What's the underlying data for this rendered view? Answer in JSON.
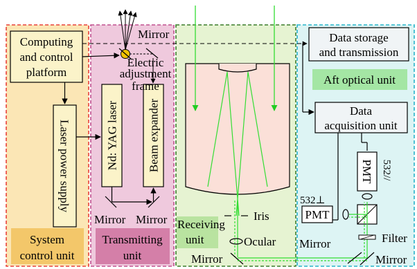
{
  "labels": {
    "computing_platform": [
      "Computing",
      "and control",
      "platform"
    ],
    "laser_power_supply": "Laser power supply",
    "system_control_unit": [
      "System",
      "control unit"
    ],
    "mirror_top": "Mirror",
    "electric_frame": [
      "Electric",
      "adjustment",
      "frame"
    ],
    "ndyag_laser": "Nd: YAG laser",
    "beam_expander": "Beam expander",
    "mirror_left": "Mirror",
    "mirror_right": "Mirror",
    "transmitting_unit": [
      "Transmitting",
      "unit"
    ],
    "iris": "Iris",
    "ocular": "Ocular",
    "receiving_unit": [
      "Receiving",
      "unit"
    ],
    "mirror_bottom": "Mirror",
    "data_storage": [
      "Data storage",
      "and transmission"
    ],
    "aft_optical_unit": "Aft optical unit",
    "data_acquisition": [
      "Data",
      "acquisition unit"
    ],
    "pmt_parallel": "PMT",
    "parallel_label": "532//",
    "pmt_perp": "PMT",
    "perp_label": "532⊥",
    "filter": "Filter",
    "mirror_aft_left": "Mirror",
    "mirror_aft_right": "Mirror"
  },
  "colors": {
    "system_border": "#e8403a",
    "system_fill": "#fbe6b5",
    "system_tag": "#f3c76a",
    "transmit_border": "#c0508f",
    "transmit_fill": "#efc9dd",
    "transmit_tag": "#d47fa8",
    "receive_border": "#3a7d2a",
    "receive_fill": "#e6f3d2",
    "receive_tag": "#b9e3a0",
    "aft_border": "#27b3c9",
    "aft_fill": "#ddf4f4",
    "aft_tag": "#a4e6a4",
    "box_fill": "#fbf3c9",
    "beam": "#33dd33",
    "telescope_fill": "#fbe0d8",
    "mirror_icon": "#f2c200"
  }
}
